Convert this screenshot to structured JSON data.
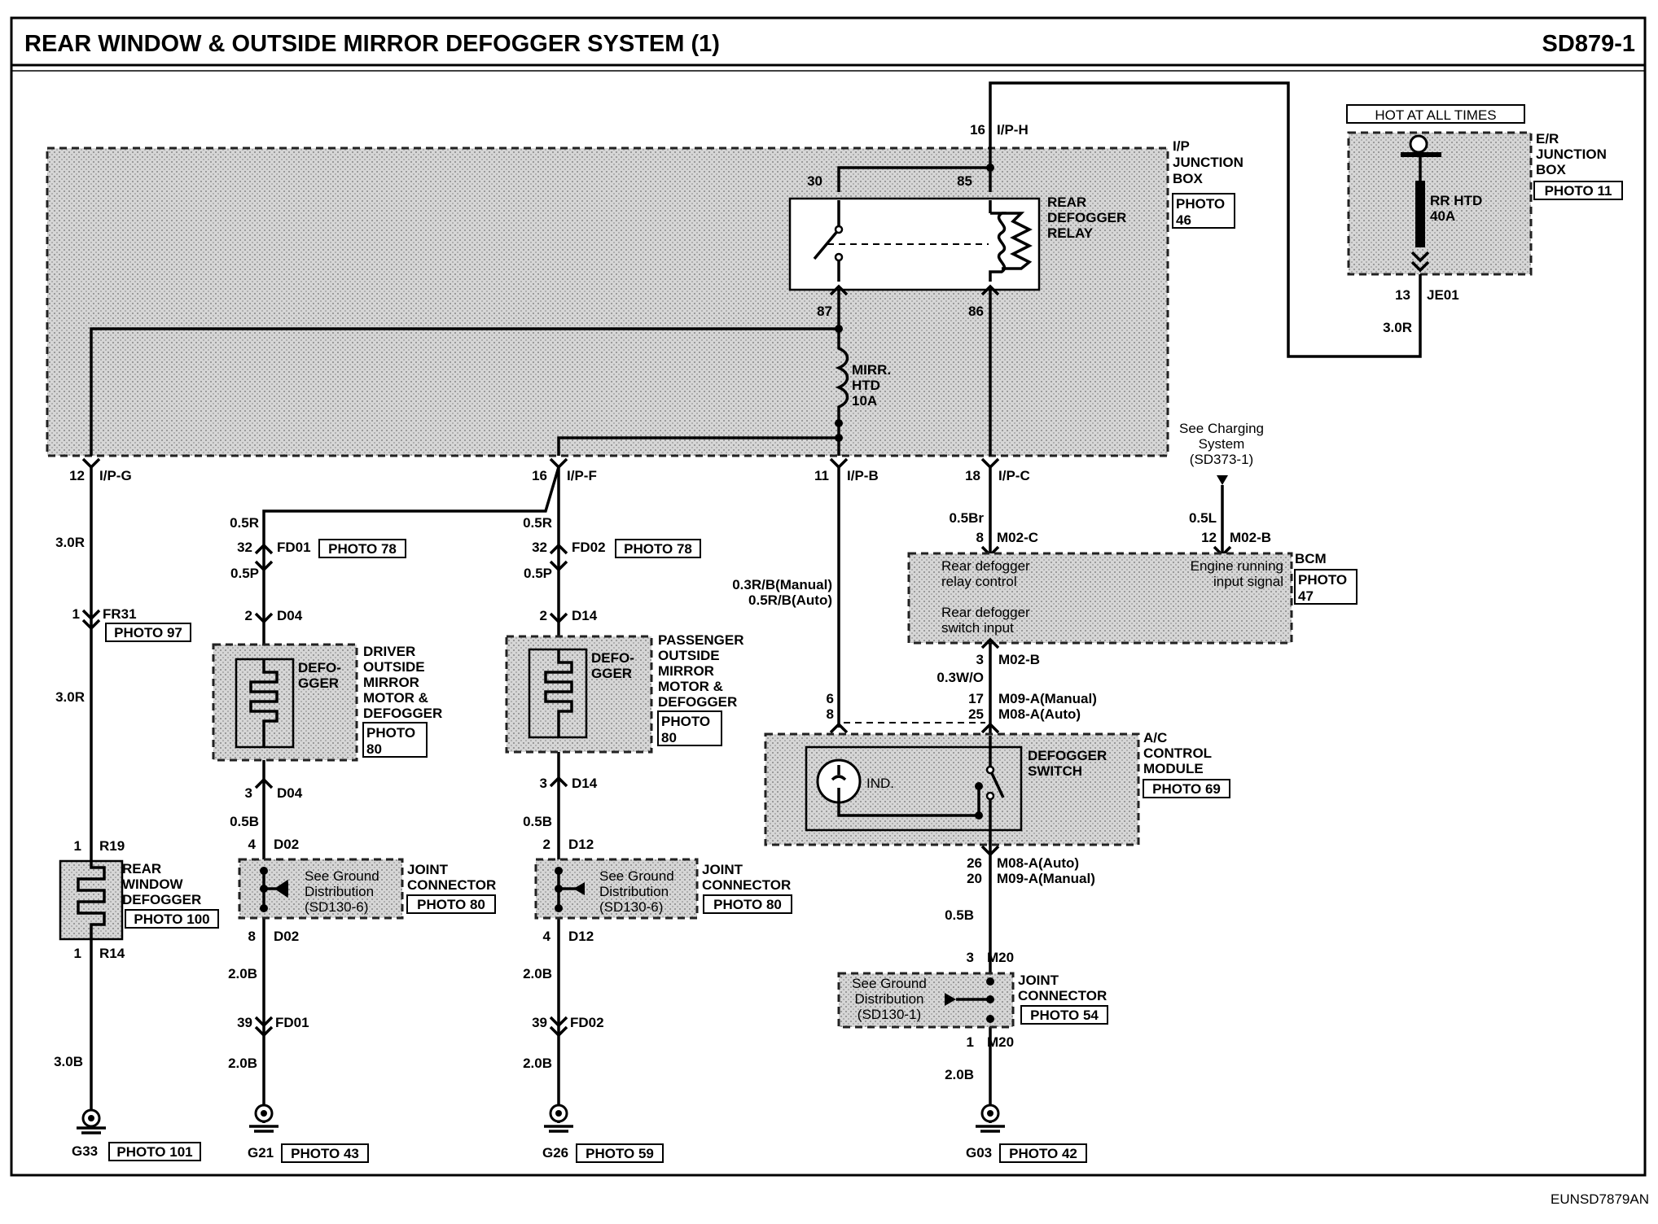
{
  "header": {
    "title": "REAR WINDOW & OUTSIDE MIRROR DEFOGGER SYSTEM (1)",
    "code": "SD879-1"
  },
  "footer": {
    "ref": "EUNSD7879AN"
  },
  "er_box": {
    "hot": "HOT AT ALL TIMES",
    "name": [
      "E/R",
      "JUNCTION",
      "BOX"
    ],
    "photo": "PHOTO 11",
    "fuse": [
      "RR HTD",
      "40A"
    ],
    "pin": "13",
    "conn": "JE01",
    "wire": "3.0R"
  },
  "ip_box": {
    "name": [
      "I/P",
      "JUNCTION",
      "BOX"
    ],
    "photo": [
      "PHOTO",
      "46"
    ],
    "relay": [
      "REAR",
      "DEFOGGER",
      "RELAY"
    ],
    "fuse": [
      "MIRR.",
      "HTD",
      "10A"
    ],
    "pins": {
      "p16": "16",
      "ih": "I/P-H",
      "p30": "30",
      "p85": "85",
      "p87": "87",
      "p86": "86",
      "p12": "12",
      "ig": "I/P-G",
      "p16b": "16",
      "if": "I/P-F",
      "p11": "11",
      "ib": "I/P-B",
      "p18": "18",
      "ic": "I/P-C"
    }
  },
  "charging": [
    "See Charging",
    "System",
    "(SD373-1)"
  ],
  "col1": {
    "w1": "3.0R",
    "fr_pin": "1",
    "fr": "FR31",
    "photo1": "PHOTO 97",
    "w2": "3.0R",
    "r19_pin": "1",
    "r19": "R19",
    "name": [
      "REAR",
      "WINDOW",
      "DEFOGGER"
    ],
    "photo2": "PHOTO 100",
    "r14_pin": "1",
    "r14": "R14",
    "w3": "3.0B",
    "gnd": "G33",
    "photo3": "PHOTO 101"
  },
  "col2": {
    "w1": "0.5R",
    "c1_pin": "32",
    "c1": "FD01",
    "photo1": "PHOTO 78",
    "w2": "0.5P",
    "d04a_pin": "2",
    "d04a": "D04",
    "def": [
      "DEFO-",
      "GGER"
    ],
    "name": [
      "DRIVER",
      "OUTSIDE",
      "MIRROR",
      "MOTOR &",
      "DEFOGGER"
    ],
    "photo2": [
      "PHOTO",
      "80"
    ],
    "d04b_pin": "3",
    "d04b": "D04",
    "w3": "0.5B",
    "d02a_pin": "4",
    "d02a": "D02",
    "see": [
      "See Ground",
      "Distribution",
      "(SD130-6)"
    ],
    "jc": [
      "JOINT",
      "CONNECTOR"
    ],
    "photo3": "PHOTO 80",
    "d02b_pin": "8",
    "d02b": "D02",
    "w4": "2.0B",
    "fd_pin": "39",
    "fd": "FD01",
    "w5": "2.0B",
    "gnd": "G21",
    "photo4": "PHOTO 43"
  },
  "col3": {
    "w1": "0.5R",
    "c1_pin": "32",
    "c1": "FD02",
    "photo1": "PHOTO 78",
    "w2": "0.5P",
    "d14a_pin": "2",
    "d14a": "D14",
    "def": [
      "DEFO-",
      "GGER"
    ],
    "name": [
      "PASSENGER",
      "OUTSIDE",
      "MIRROR",
      "MOTOR &",
      "DEFOGGER"
    ],
    "photo2": [
      "PHOTO",
      "80"
    ],
    "d14b_pin": "3",
    "d14b": "D14",
    "w3": "0.5B",
    "d12a_pin": "2",
    "d12a": "D12",
    "see": [
      "See Ground",
      "Distribution",
      "(SD130-6)"
    ],
    "jc": [
      "JOINT",
      "CONNECTOR"
    ],
    "photo3": "PHOTO 80",
    "d12b_pin": "4",
    "d12b": "D12",
    "w4": "2.0B",
    "fd_pin": "39",
    "fd": "FD02",
    "w5": "2.0B",
    "gnd": "G26",
    "photo4": "PHOTO 59"
  },
  "col4": {
    "wire": [
      "0.3R/B(Manual)",
      "0.5R/B(Auto)"
    ],
    "p6": "6",
    "p8": "8"
  },
  "bcm": {
    "w1": "0.5Br",
    "m02c_pin": "8",
    "m02c": "M02-C",
    "w2": "0.5L",
    "m02b_pin": "12",
    "m02b": "M02-B",
    "name": "BCM",
    "photo": [
      "PHOTO",
      "47"
    ],
    "t1": [
      "Rear defogger",
      "relay control"
    ],
    "t2": [
      "Engine running",
      "input signal"
    ],
    "t3": [
      "Rear defogger",
      "switch input"
    ],
    "m02b2_pin": "3",
    "m02b2": "M02-B",
    "w3": "0.3W/O"
  },
  "ac": {
    "p17": "17",
    "m09": "M09-A(Manual)",
    "p25": "25",
    "m08": "M08-A(Auto)",
    "ind": "IND.",
    "sw": [
      "DEFOGGER",
      "SWITCH"
    ],
    "name": [
      "A/C",
      "CONTROL",
      "MODULE"
    ],
    "photo": "PHOTO 69",
    "p26": "26",
    "m08b": "M08-A(Auto)",
    "p20": "20",
    "m09b": "M09-A(Manual)",
    "w1": "0.5B",
    "m20a_pin": "3",
    "m20a": "M20",
    "see": [
      "See Ground",
      "Distribution",
      "(SD130-1)"
    ],
    "jc": [
      "JOINT",
      "CONNECTOR"
    ],
    "photo2": "PHOTO 54",
    "m20b_pin": "1",
    "m20b": "M20",
    "w2": "2.0B",
    "gnd": "G03",
    "photo3": "PHOTO 42"
  }
}
